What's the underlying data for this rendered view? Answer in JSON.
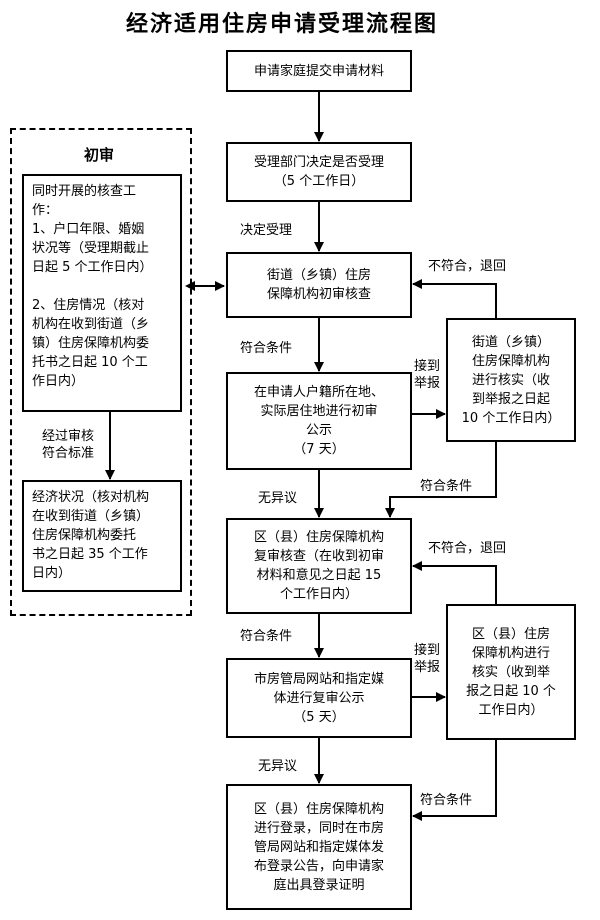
{
  "title": "经济适用住房申请受理流程图",
  "boxes": {
    "submit": [
      "申请家庭提交申请材料"
    ],
    "decide": [
      "受理部门决定是否受理",
      "（5 个工作日）"
    ],
    "street_review": [
      "街道（乡镇）住房",
      "保障机构初审核查"
    ],
    "street_publicity": [
      "在申请人户籍所在地、",
      "实际居住地进行初审",
      "公示",
      "（7 天）"
    ],
    "district_review": [
      "区（县）住房保障机构",
      "复审核查（在收到初审",
      "材料和意见之日起 15",
      "个工作日内）"
    ],
    "city_publicity": [
      "市房管局网站和指定媒",
      "体进行复审公示",
      "（5 天）"
    ],
    "register": [
      "区（县）住房保障机构",
      "进行登录，同时在市房",
      "管局网站和指定媒体发",
      "布登录公告，向申请家",
      "庭出具登录证明"
    ],
    "street_verify": [
      "街道（乡镇）",
      "住房保障机构",
      "进行核实（收",
      "到举报之日起",
      "10 个工作日内）"
    ],
    "district_verify": [
      "区（县）住房",
      "保障机构进行",
      "核实（收到举",
      "报之日起 10 个",
      "工作日内）"
    ],
    "concurrent": [
      "同时开展的核查工",
      "作：",
      "1、户口年限、婚姻",
      "状况等（受理期截止",
      "日起 5 个工作日内）",
      "",
      "2、住房情况（核对",
      "机构在收到街道（乡",
      "镇）住房保障机构委",
      "托书之日起 10 个工",
      "作日内）"
    ],
    "economic": [
      "经济状况（核对机构",
      "在收到街道（乡镇）",
      "住房保障机构委托",
      "书之日起 35 个工作",
      "日内）"
    ]
  },
  "group_title": "初审",
  "labels": {
    "accepted": "决定受理",
    "qualified_1": "符合条件",
    "no_objection_1": "无异议",
    "qualified_2": "符合条件",
    "no_objection_2": "无异议",
    "not_qualified_1": "不符合，退回",
    "not_qualified_2": "不符合，退回",
    "report_1": "接到\n举报",
    "report_2": "接到\n举报",
    "verify_ok_1": "符合条件",
    "verify_ok_2": "符合条件",
    "passed_check": "经过审核\n符合标准"
  }
}
